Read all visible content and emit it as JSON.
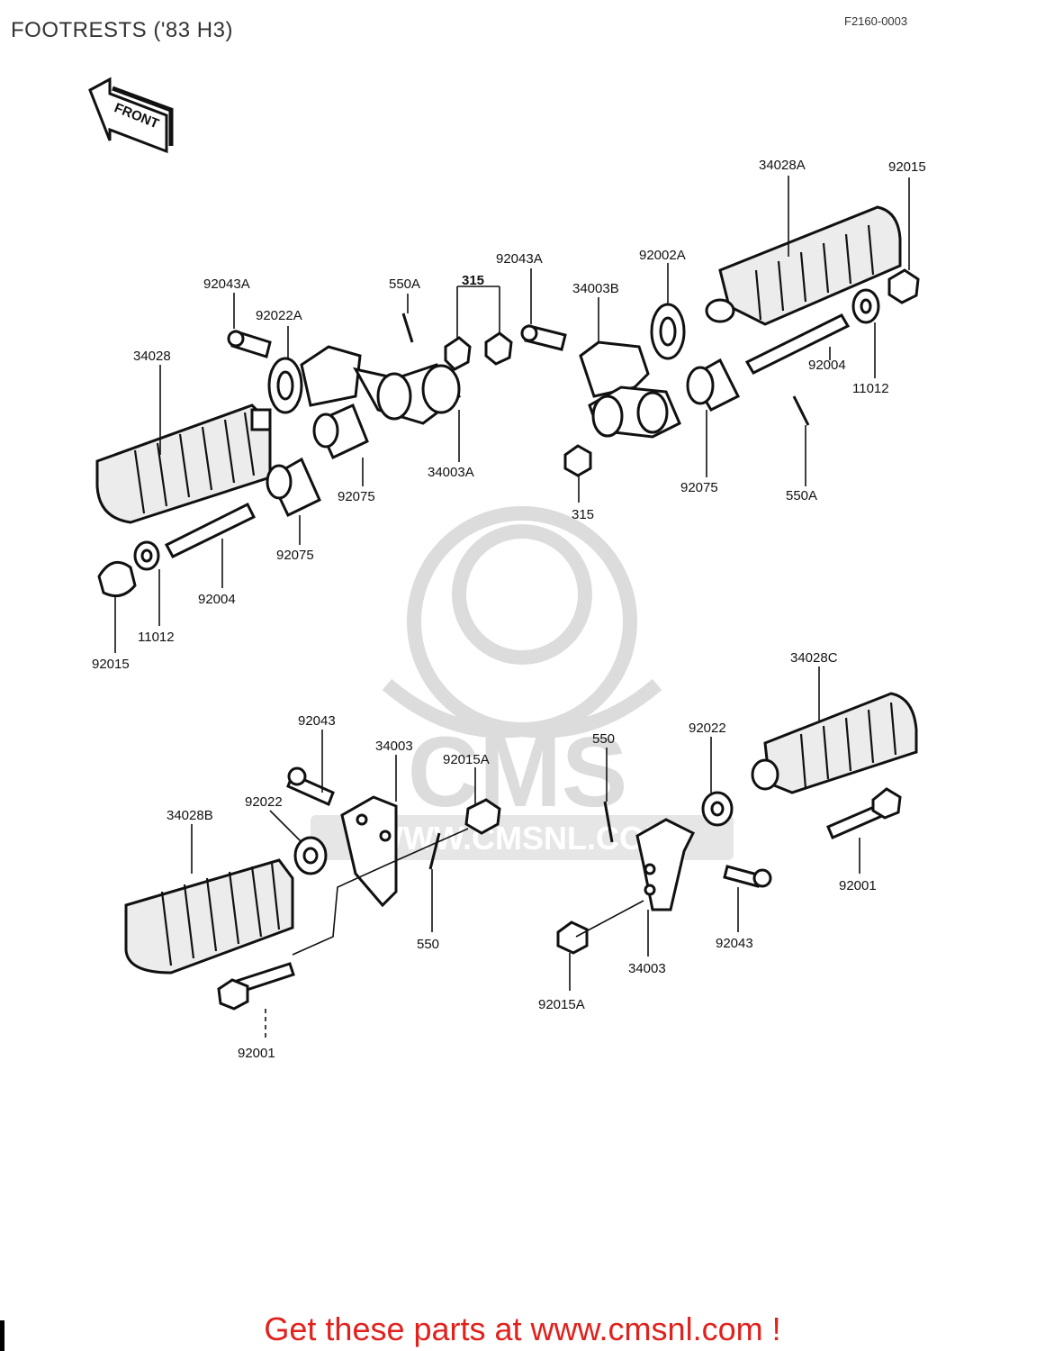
{
  "title": "FOOTRESTS ('83 H3)",
  "figure_code": "F2160-0003",
  "front_arrow_label": "FRONT",
  "watermark": {
    "logo_text": "CMS",
    "url_text": "WWW.CMSNL.COM"
  },
  "footer_text": "Get these parts at www.cmsnl.com !",
  "labels": {
    "p34028A": "34028A",
    "p92015_tr": "92015",
    "p92002A": "92002A",
    "p92043A_mid": "92043A",
    "p34003B": "34003B",
    "p550A_top": "550A",
    "p315_top": "315",
    "p92043A_left": "92043A",
    "p92022A": "92022A",
    "p34028": "34028",
    "p92004_r": "92004",
    "p11012_r": "11012",
    "p92075_mid": "92075",
    "p34003A": "34003A",
    "p315_bot": "315",
    "p92075_r": "92075",
    "p550A_r": "550A",
    "p92075_l": "92075",
    "p92004_l": "92004",
    "p11012_l": "11012",
    "p92015_l": "92015",
    "p34028C": "34028C",
    "p92043_l": "92043",
    "p34003_top": "34003",
    "p92015A_top": "92015A",
    "p550_top": "550",
    "p92022_r": "92022",
    "p92022_l": "92022",
    "p34028B": "34028B",
    "p550_bot": "550",
    "p92001_r": "92001",
    "p92043_r": "92043",
    "p34003_bot": "34003",
    "p92015A_bot": "92015A",
    "p92001_l": "92001"
  }
}
